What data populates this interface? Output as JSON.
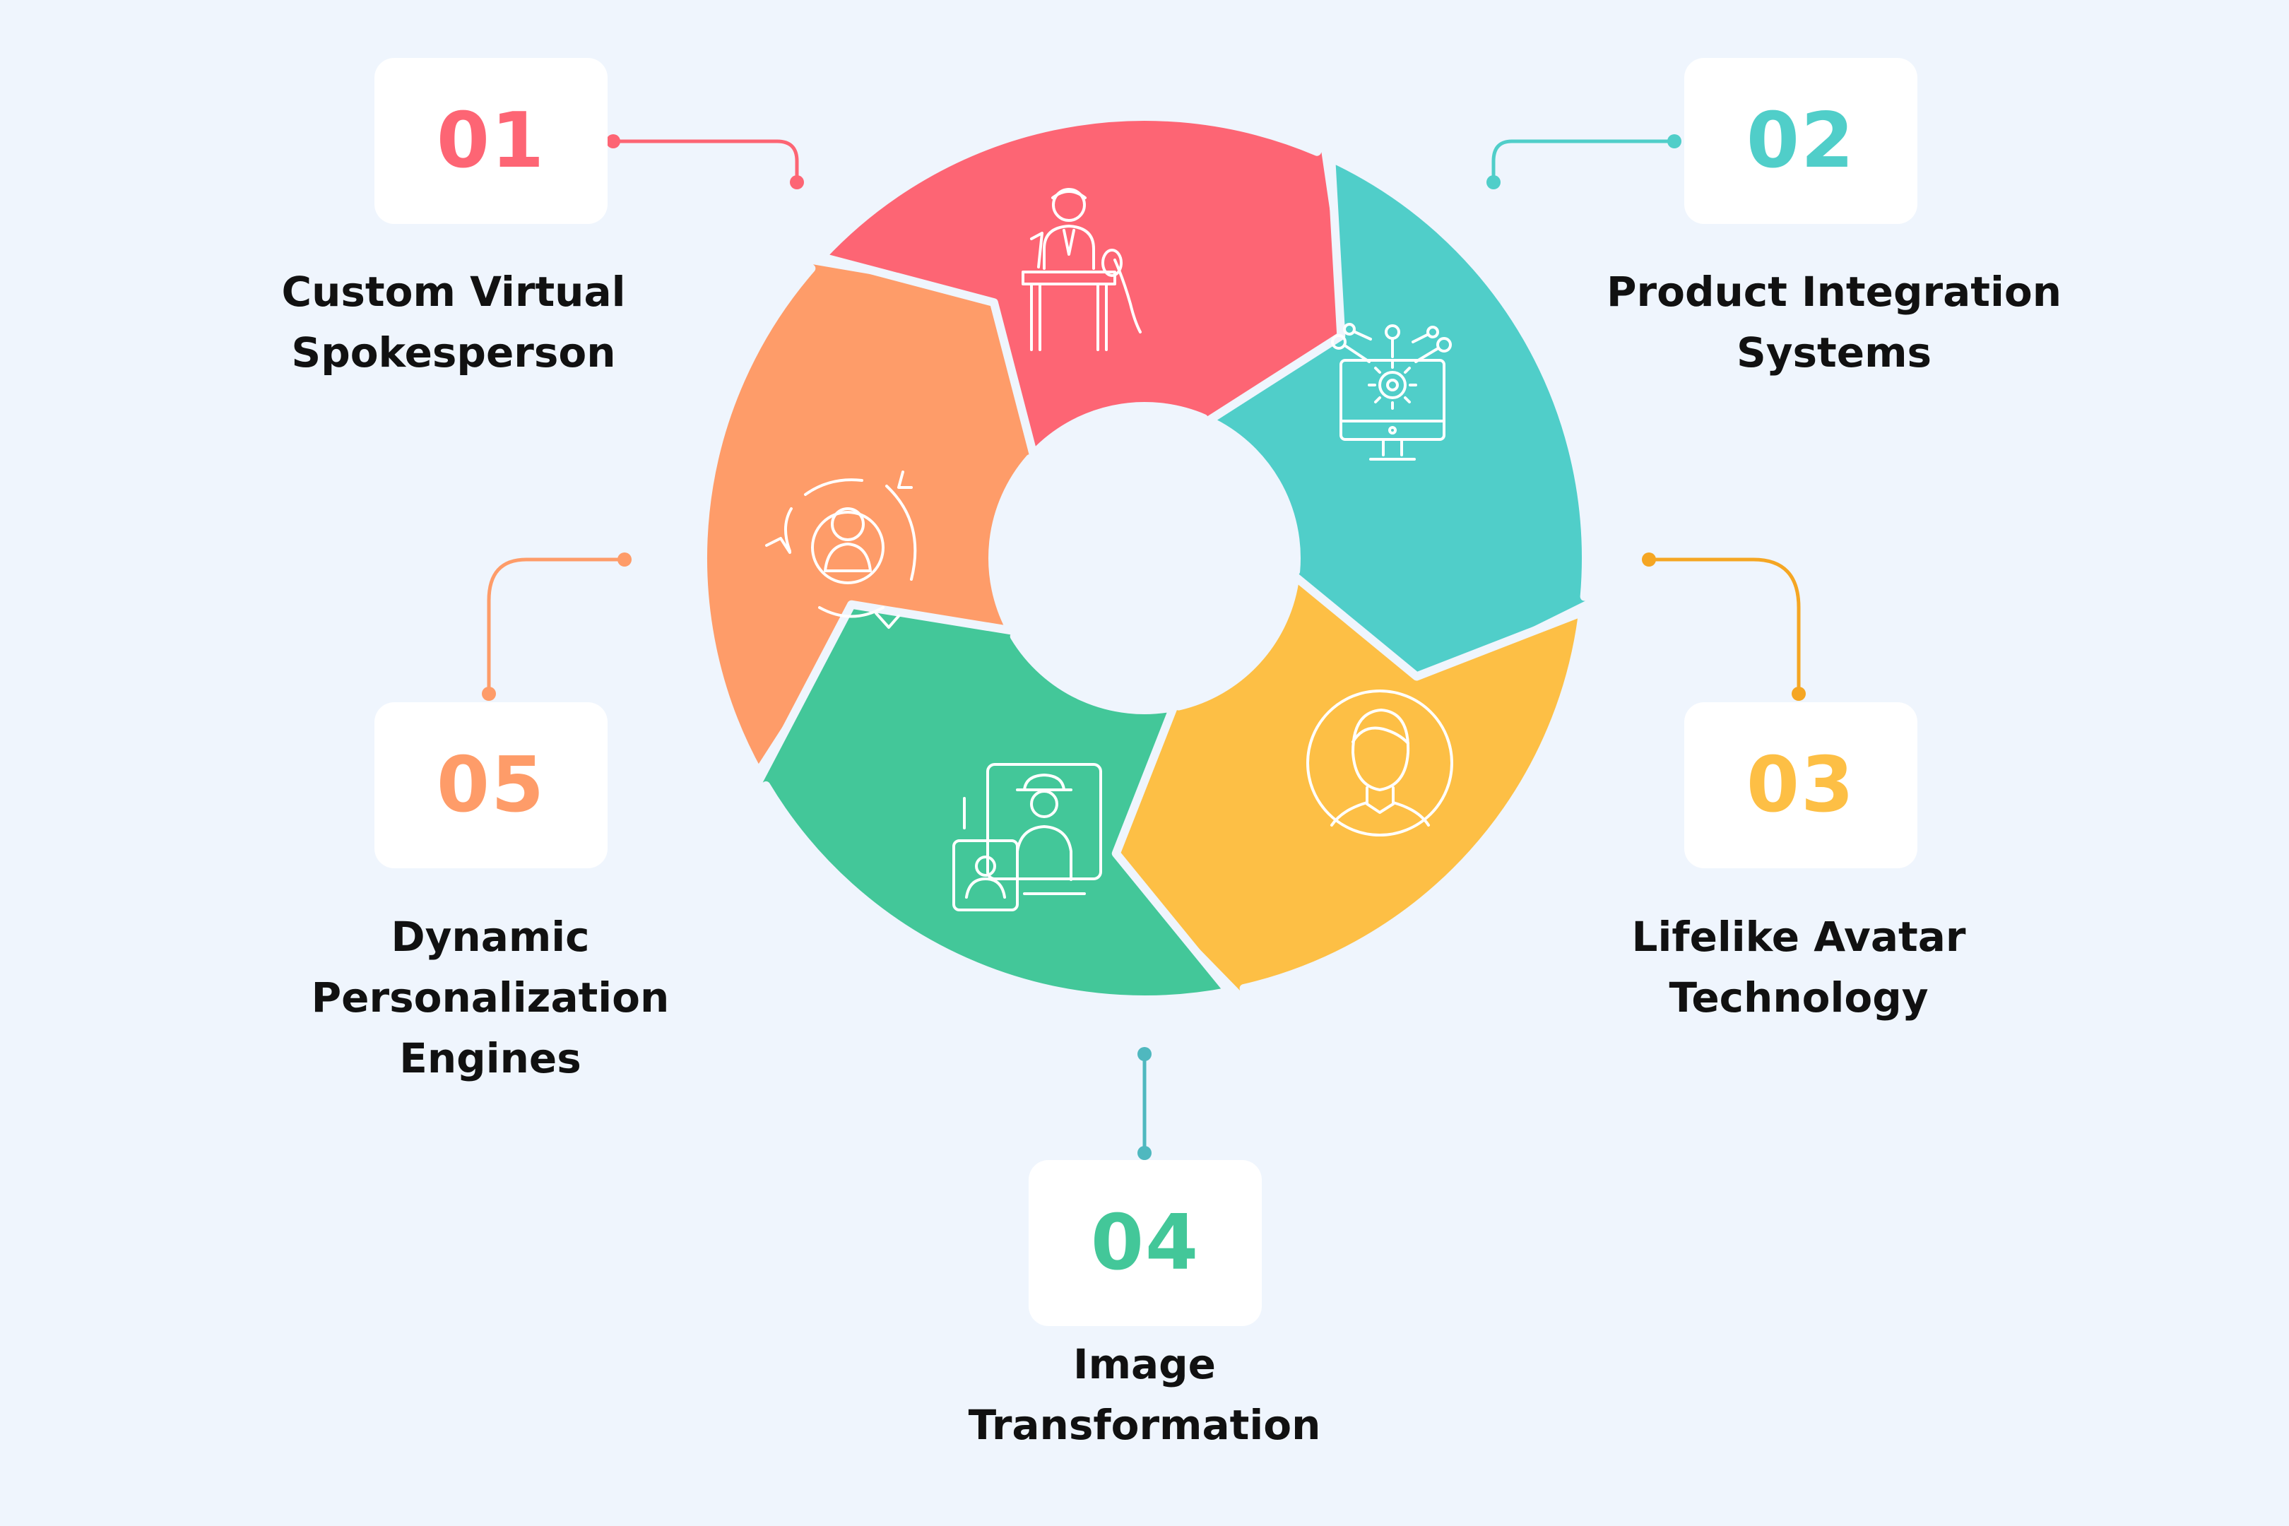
{
  "steps": [
    {
      "number": "01",
      "label_lines": [
        "Custom Virtual",
        "Spokesperson"
      ],
      "color": "#fd6574",
      "icon": "speaker-podium-icon"
    },
    {
      "number": "02",
      "label_lines": [
        "Product Integration",
        "Systems"
      ],
      "color": "#50cec9",
      "icon": "computer-gear-network-icon"
    },
    {
      "number": "03",
      "label_lines": [
        "Lifelike Avatar",
        "Technology"
      ],
      "color": "#fdbf45",
      "icon": "avatar-face-icon"
    },
    {
      "number": "04",
      "label_lines": [
        "Image",
        "Transformation"
      ],
      "color": "#43c799",
      "icon": "image-profile-frames-icon"
    },
    {
      "number": "05",
      "label_lines": [
        "Dynamic",
        "Personalization",
        "Engines"
      ],
      "color": "#fe9c69",
      "icon": "user-cycle-icon"
    }
  ]
}
